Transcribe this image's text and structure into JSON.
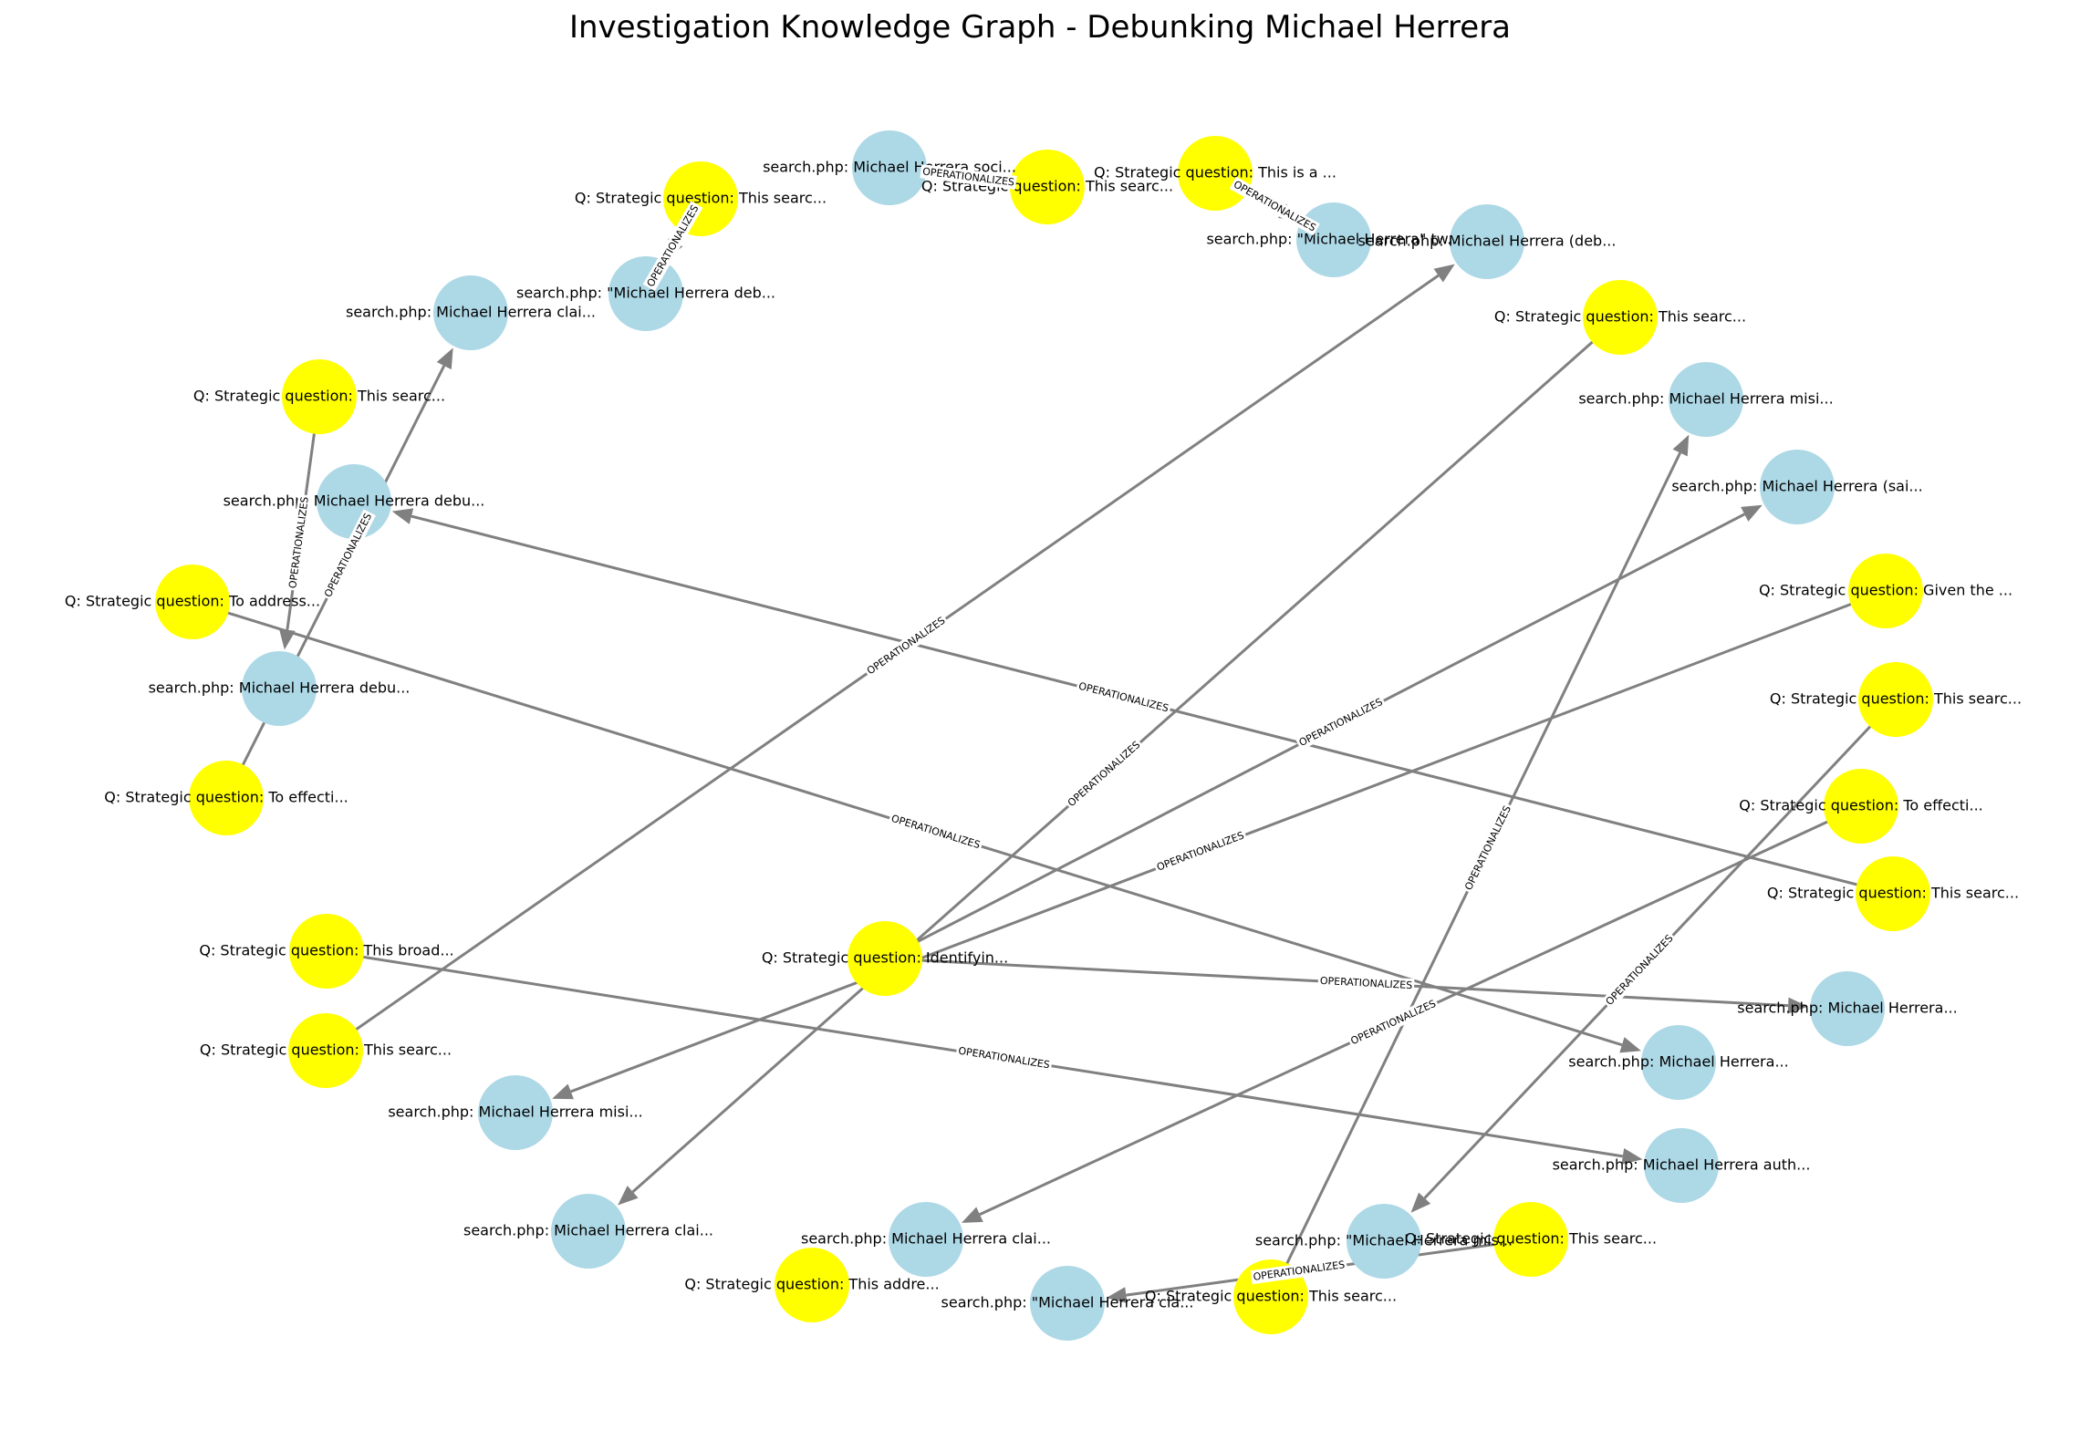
{
  "title": "Investigation Knowledge Graph - Debunking Michael Herrera",
  "colors": {
    "query": "#add8e6",
    "question": "#ffff00",
    "edge": "#808080"
  },
  "nodes": [
    {
      "id": "q1",
      "type": "question",
      "label": "Q: Strategic question: This searc..."
    },
    {
      "id": "s1",
      "type": "query",
      "label": "search.php: Michael Herrera soci..."
    },
    {
      "id": "q2",
      "type": "question",
      "label": "Q: Strategic question: This searc..."
    },
    {
      "id": "q3",
      "type": "question",
      "label": "Q: Strategic question: This is a ..."
    },
    {
      "id": "s2",
      "type": "query",
      "label": "search.php: \"Michael Herrera\" tw..."
    },
    {
      "id": "s3",
      "type": "query",
      "label": "search.php: Michael Herrera (deb..."
    },
    {
      "id": "s4",
      "type": "query",
      "label": "search.php: \"Michael Herrera deb..."
    },
    {
      "id": "s5",
      "type": "query",
      "label": "search.php: Michael Herrera clai..."
    },
    {
      "id": "q4",
      "type": "question",
      "label": "Q: Strategic question: This searc..."
    },
    {
      "id": "s6",
      "type": "query",
      "label": "search.php: Michael Herrera misi..."
    },
    {
      "id": "q5",
      "type": "question",
      "label": "Q: Strategic question: This searc..."
    },
    {
      "id": "s7",
      "type": "query",
      "label": "search.php: Michael Herrera (sai..."
    },
    {
      "id": "s8",
      "type": "query",
      "label": "search.php: Michael Herrera debu..."
    },
    {
      "id": "q6",
      "type": "question",
      "label": "Q: Strategic question: Given the ..."
    },
    {
      "id": "q7",
      "type": "question",
      "label": "Q: Strategic question: To address..."
    },
    {
      "id": "s9",
      "type": "query",
      "label": "search.php: Michael Herrera debu..."
    },
    {
      "id": "q8",
      "type": "question",
      "label": "Q: Strategic question: This searc..."
    },
    {
      "id": "q9",
      "type": "question",
      "label": "Q: Strategic question: To effecti..."
    },
    {
      "id": "q10",
      "type": "question",
      "label": "Q: Strategic question: To effecti..."
    },
    {
      "id": "q11",
      "type": "question",
      "label": "Q: Strategic question: This searc..."
    },
    {
      "id": "q12",
      "type": "question",
      "label": "Q: Strategic question: This broad..."
    },
    {
      "id": "q13",
      "type": "question",
      "label": "Q: Strategic question: Identifyin..."
    },
    {
      "id": "s10",
      "type": "query",
      "label": "search.php: Michael Herrera..."
    },
    {
      "id": "s11",
      "type": "query",
      "label": "search.php: Michael Herrera..."
    },
    {
      "id": "q14",
      "type": "question",
      "label": "Q: Strategic question: This searc..."
    },
    {
      "id": "s12",
      "type": "query",
      "label": "search.php: Michael Herrera misi..."
    },
    {
      "id": "s13",
      "type": "query",
      "label": "search.php: Michael Herrera auth..."
    },
    {
      "id": "s14",
      "type": "query",
      "label": "search.php: Michael Herrera clai..."
    },
    {
      "id": "s15",
      "type": "query",
      "label": "search.php: Michael Herrera clai..."
    },
    {
      "id": "s16",
      "type": "query",
      "label": "search.php: \"Michael Herrera mis..."
    },
    {
      "id": "q15",
      "type": "question",
      "label": "Q: Strategic question: This searc..."
    },
    {
      "id": "q16",
      "type": "question",
      "label": "Q: Strategic question: This addre..."
    },
    {
      "id": "s17",
      "type": "query",
      "label": "search.php: \"Michael Herrera cla..."
    },
    {
      "id": "q17",
      "type": "question",
      "label": "Q: Strategic question: This searc..."
    }
  ],
  "edges": [
    {
      "from": "q1",
      "to": "s4",
      "label": "OPERATIONALIZES"
    },
    {
      "from": "q2",
      "to": "s1",
      "label": "OPERATIONALIZES"
    },
    {
      "from": "q3",
      "to": "s2",
      "label": "OPERATIONALIZES"
    },
    {
      "from": "q9",
      "to": "s5",
      "label": "OPERATIONALIZES"
    },
    {
      "from": "q5",
      "to": "s9",
      "label": "OPERATIONALIZES"
    },
    {
      "from": "q14",
      "to": "s3",
      "label": "OPERATIONALIZES"
    },
    {
      "from": "q4",
      "to": "s14",
      "label": "OPERATIONALIZES"
    },
    {
      "from": "q11",
      "to": "s8",
      "label": "OPERATIONALIZES"
    },
    {
      "from": "q7",
      "to": "s11",
      "label": "OPERATIONALIZES"
    },
    {
      "from": "q6",
      "to": "s12",
      "label": "OPERATIONALIZES"
    },
    {
      "from": "q13",
      "to": "s10",
      "label": "OPERATIONALIZES"
    },
    {
      "from": "q13",
      "to": "s7",
      "label": "OPERATIONALIZES"
    },
    {
      "from": "q12",
      "to": "s13",
      "label": "OPERATIONALIZES"
    },
    {
      "from": "q10",
      "to": "s15",
      "label": "OPERATIONALIZES"
    },
    {
      "from": "q17",
      "to": "s6",
      "label": "OPERATIONALIZES"
    },
    {
      "from": "q8",
      "to": "s16",
      "label": "OPERATIONALIZES"
    },
    {
      "from": "q15",
      "to": "s17",
      "label": "OPERATIONALIZES"
    }
  ]
}
